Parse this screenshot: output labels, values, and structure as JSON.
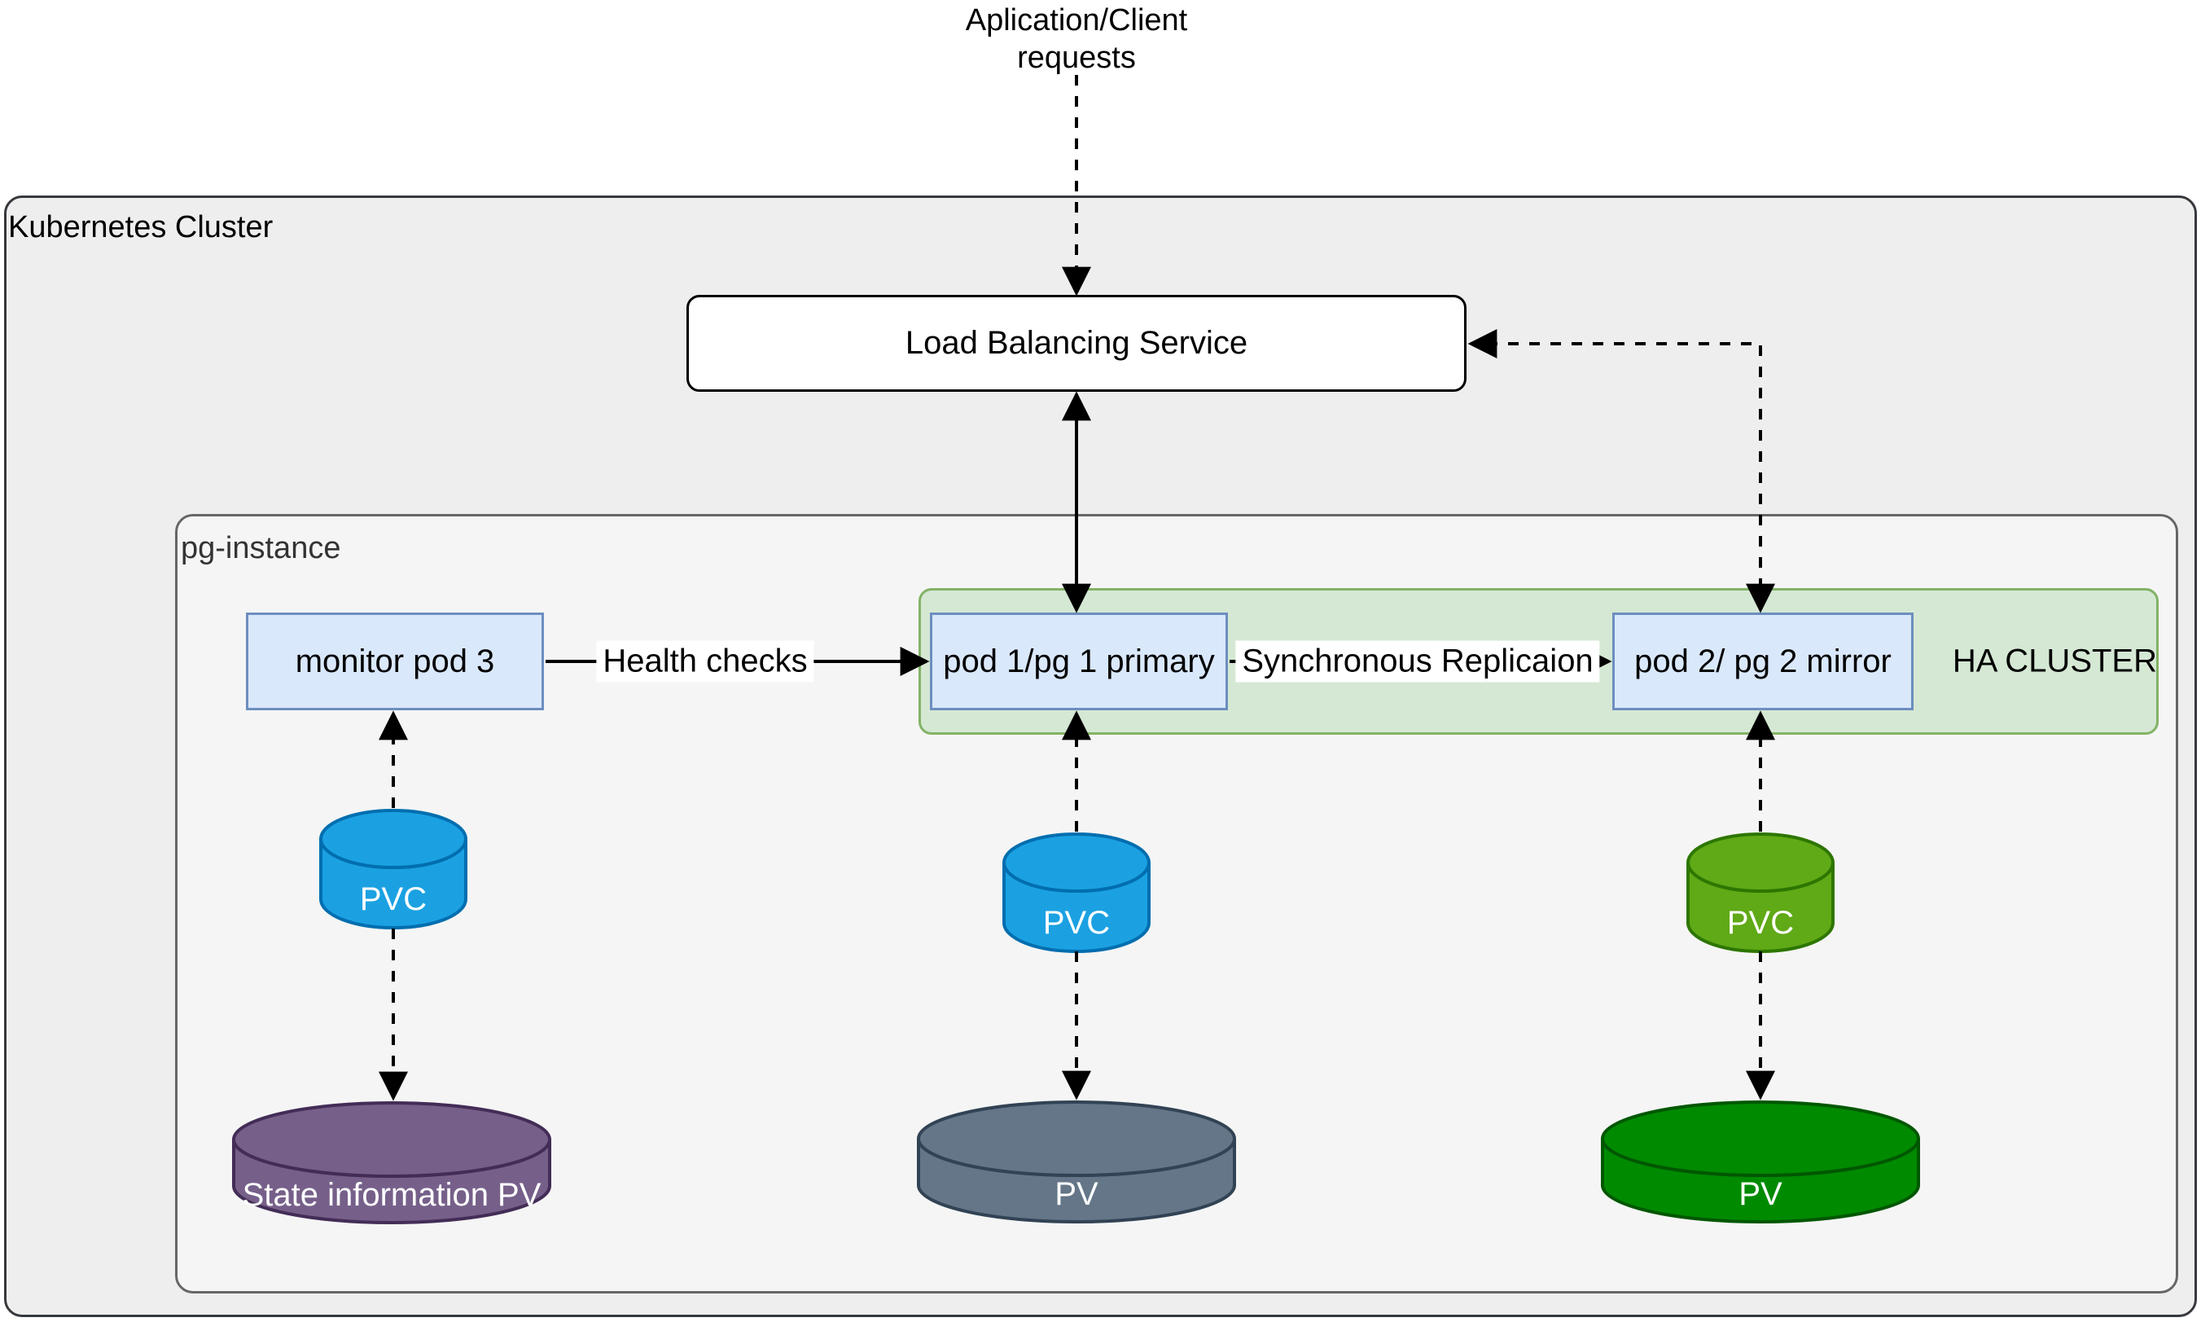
{
  "diagram_title": "Kubernetes PostgreSQL HA cluster diagram",
  "client": {
    "label_line1": "Aplication/Client",
    "label_line2": "requests"
  },
  "kubernetes_cluster": {
    "label": "Kubernetes Cluster",
    "fill": "#eeeeee",
    "border": "#36393d"
  },
  "pg_instance": {
    "label": "pg-instance",
    "fill": "#f5f5f5",
    "border": "#666666"
  },
  "ha_cluster": {
    "label": "HA CLUSTER",
    "fill": "#d5e8d4",
    "border": "#82b366"
  },
  "load_balancer": {
    "label": "Load Balancing Service",
    "fill": "#ffffff",
    "border": "#000000"
  },
  "pods": {
    "monitor": {
      "label": "monitor pod 3",
      "fill": "#dae8fc",
      "border": "#6c8ebf"
    },
    "primary": {
      "label": "pod 1/pg 1 primary",
      "fill": "#dae8fc",
      "border": "#6c8ebf"
    },
    "mirror": {
      "label": "pod 2/ pg 2 mirror",
      "fill": "#dae8fc",
      "border": "#6c8ebf"
    }
  },
  "edges": {
    "health_checks_label": "Health checks",
    "replication_label": "Synchronous Replicaion"
  },
  "storage": {
    "monitor_pvc": {
      "label": "PVC",
      "fill": "#1ba1e2",
      "border": "#006eaf"
    },
    "monitor_pv": {
      "label": "State information PV",
      "fill": "#76608a",
      "border": "#432d57"
    },
    "primary_pvc": {
      "label": "PVC",
      "fill": "#1ba1e2",
      "border": "#006eaf"
    },
    "primary_pv": {
      "label": "PV",
      "fill": "#647687",
      "border": "#314354"
    },
    "mirror_pvc": {
      "label": "PVC",
      "fill": "#60a917",
      "border": "#2d7600"
    },
    "mirror_pv": {
      "label": "PV",
      "fill": "#008a00",
      "border": "#005700"
    }
  },
  "colors": {
    "line": "#000000",
    "canvas": "#ffffff"
  }
}
